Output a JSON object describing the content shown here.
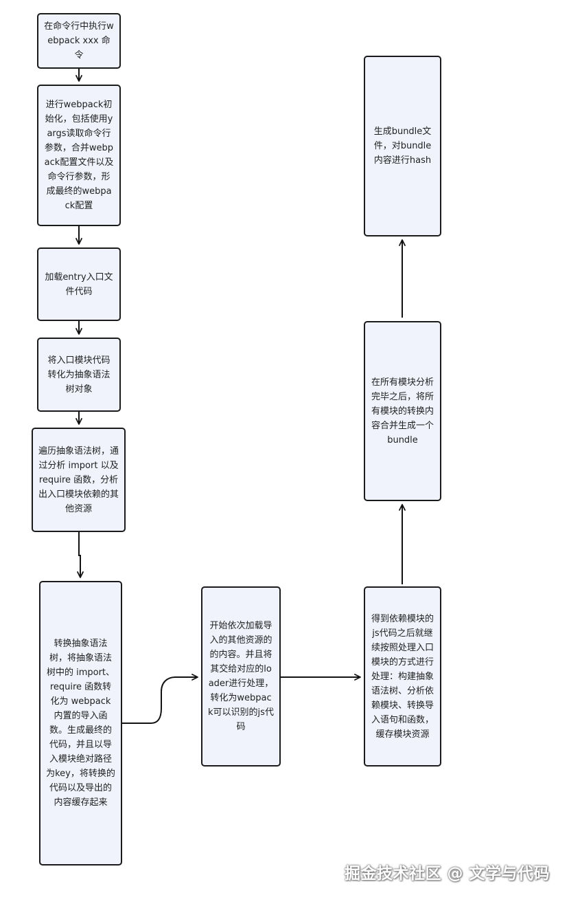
{
  "diagram": {
    "nodes": [
      {
        "id": "n1",
        "text": "在命令行中执行webpack xxx 命令"
      },
      {
        "id": "n2",
        "text": "进行webpack初始化，包括使用yargs读取命令行参数，合并webpack配置文件以及命令行参数，形成最终的webpack配置"
      },
      {
        "id": "n3",
        "text": "加载entry入口文件代码"
      },
      {
        "id": "n4",
        "text": "将入口模块代码转化为抽象语法树对象"
      },
      {
        "id": "n5",
        "text": "遍历抽象语法树，通过分析 import 以及 require 函数，分析出入口模块依赖的其他资源"
      },
      {
        "id": "n6",
        "text": "转换抽象语法树，将抽象语法树中的 import、require 函数转化为 webpack 内置的导入函数。生成最终的代码，并且以导入模块绝对路径为key，将转换的代码以及导出的内容缓存起来"
      },
      {
        "id": "n7",
        "text": "开始依次加载导入的其他资源的的内容。并且将其交给对应的loader进行处理，转化为webpack可以识别的js代码"
      },
      {
        "id": "n8",
        "text": "得到依赖模块的js代码之后就继续按照处理入口模块的方式进行处理：构建抽象语法树、分析依赖模块、转换导入语句和函数，缓存模块资源"
      },
      {
        "id": "n9",
        "text": "在所有模块分析完毕之后，将所有模块的转换内容合并生成一个bundle"
      },
      {
        "id": "n10",
        "text": "生成bundle文件，对bundle内容进行hash"
      }
    ],
    "edges": [
      {
        "from": "n1",
        "to": "n2"
      },
      {
        "from": "n2",
        "to": "n3"
      },
      {
        "from": "n3",
        "to": "n4"
      },
      {
        "from": "n4",
        "to": "n5"
      },
      {
        "from": "n5",
        "to": "n6"
      },
      {
        "from": "n6",
        "to": "n7"
      },
      {
        "from": "n7",
        "to": "n8"
      },
      {
        "from": "n8",
        "to": "n9"
      },
      {
        "from": "n9",
        "to": "n10"
      }
    ],
    "colors": {
      "node_fill": "#f0f3fb",
      "node_border": "#1a1a1a",
      "edge": "#111111",
      "text": "#1f1f1f"
    }
  },
  "watermark": "掘金技术社区 @ 文学与代码"
}
